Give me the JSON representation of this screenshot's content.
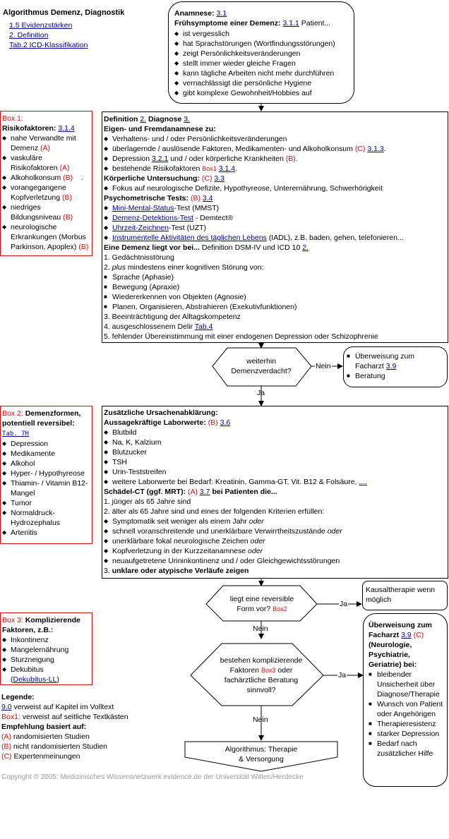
{
  "header": {
    "title": "Algorithmus Demenz, Diagnostik",
    "links": [
      "1.5 Evidenzstärken",
      "2. Definition",
      "Tab.2 ICD-Klassifikation"
    ]
  },
  "anamnese": {
    "heading": "Anamnese:",
    "heading_ref": "3.1",
    "sub": "Frühsymptome einer Demenz:",
    "sub_ref": "3.1.1",
    "sub_tail": "Patient...",
    "items": [
      "ist vergesslich",
      "hat Sprachstörungen (Wortfindungsstörungen)",
      "zeigt Persönlichkeitsveränderungen",
      "stellt immer wieder gleiche Fragen",
      "kann tägliche Arbeiten nicht mehr durchführen",
      "vernachlässigt die persönliche Hygiene",
      "gibt komplexe Gewohnheit/Hobbies auf"
    ]
  },
  "box1": {
    "label": "Box 1:",
    "heading": "Risikofaktoren:",
    "ref": "3.1.4",
    "items": [
      {
        "t": "nahe Verwandte mit Demenz",
        "g": "(A)"
      },
      {
        "t": "vaskuläre Risikofaktoren",
        "g": "(A)"
      },
      {
        "t": "Alkoholkonsum",
        "g": "(B)"
      },
      {
        "t": "vorangegangene Kopfverletzung",
        "g": "(B)"
      },
      {
        "t": "niedriges Bildungsniveau",
        "g": "(B)"
      },
      {
        "t": "neurologische Erkrankungen (Morbus Parkinson, Apoplex)",
        "g": "(B)"
      }
    ],
    "dot": "."
  },
  "definition": {
    "l1a": "Definition",
    "l1r1": "2.",
    "l1b": "Diagnose",
    "l1r2": "3.",
    "l2": "Eigen- und Fremdanamnese zu:",
    "i1": "Verhaltens- und / oder Persönlichkeitsveränderungen",
    "i2a": "überlagernde / auslösende Faktoren, Medikamenten- und Alkoholkonsum",
    "i2g": "(C)",
    "i2r": "3.1.3",
    "i3a": "Depression",
    "i3r": "3.2.1",
    "i3b": "und / oder körperliche Krankheiten",
    "i3g": "(B).",
    "i4a": "bestehende Risikofaktoren",
    "i4box": "Box1",
    "i4r": "3.1.4",
    "ku": "Körperliche Untersuchung:",
    "kug": "(C)",
    "kur": "3.3",
    "ku_item": "Fokus auf neurologische Defizite, Hypothyreose, Unterernährung, Schwerhörigkeit",
    "pt": "Psychometrische Tests:",
    "ptg": "(B)",
    "ptr": "3.4",
    "t1l": "Mini-Mental-Status",
    "t1t": "-Test (MMST)",
    "t2l": "Demenz-Detektions-Test",
    "t2t": "- Demtect®",
    "t3l": "Uhrzeit-Zeichnen",
    "t3t": "-Test (UZT)",
    "t4l": "Instrumentelle Aktivitäten des täglichen Lebens",
    "t4t": "(IADL), z.B. baden, gehen, telefonieren...",
    "dm": "Eine Demenz liegt vor bei...",
    "dmt": "Definition DSM-IV und ICD 10",
    "dmr": "2.",
    "n1": "1. Gedächtnisstörung",
    "n2a": "2.",
    "n2i": "plus",
    "n2b": "mindestens einer kognitiven Störung von:",
    "s": [
      "Sprache (Aphasie)",
      "Bewegung (Apraxie)",
      "Wiedererkennen von Objekten (Agnosie)",
      "Planen, Organisieren, Abstrahieren (Exekutivfunktionen)"
    ],
    "n3": "3. Beeinträchtigung der Alltagskompetenz",
    "n4": "4. ausgeschlossenem Delir",
    "n4r": "Tab.4",
    "n5": "5. fehlender Übereinstimmung mit einer endogenen Depression oder Schizophrenie"
  },
  "d1": {
    "line1": "weiterhin",
    "line2": "Demenzverdacht?",
    "nein": "Nein",
    "ja": "Ja"
  },
  "ueberweisung1": {
    "i1": "Überweisung zum Facharzt",
    "ref": "3.9",
    "i2": "Beratung"
  },
  "box2": {
    "label": "Box 2:",
    "heading": "Demenzformen, potentiell reversibel:",
    "ref": "Tab. 7H",
    "items": [
      "Depression",
      "Medikamente",
      "Alkohol",
      "Hyper- / Hypothyreose",
      "Thiamin- / Vitamin B12-Mangel",
      "Tumor",
      "Normaldruck-Hydrozephalus",
      "Arteriitis"
    ]
  },
  "zusatz": {
    "h1": "Zusätzliche Ursachenabklärung:",
    "h2": "Aussagekräftige Laborwerte:",
    "h2g": "(B)",
    "h2r": "3.6",
    "lab": [
      "Blutbild",
      "Na, K, Kalzium",
      "Blutzucker",
      "TSH",
      "Urin-Teststreifen"
    ],
    "lab6": "weitere Laborwerte bei Bedarf: Kreatinin, Gamma-GT, Vit. B12 & Folsäure,",
    "lab6r": "....",
    "ct": "Schädel-CT (ggf. MRT):",
    "ctg": "(A)",
    "ctr": "3.7",
    "cttail": "bei Patienten die...",
    "c1": "1. jünger als 65 Jahre sind",
    "c2": "2. älter als 65 Jahre sind und eines der folgenden Kriterien erfüllen:",
    "crit": [
      {
        "t": "Symptomatik seit weniger als einem Jahr",
        "o": "oder"
      },
      {
        "t": "schnell voranschreitende und unerklärbare Verwirrtheitszustände",
        "o": "oder"
      },
      {
        "t": "unerklärbare fokal neurologische Zeichen",
        "o": "oder"
      },
      {
        "t": "Kopfverletzung in der Kurzzeitanamnese",
        "o": "oder"
      },
      {
        "t": "neuaufgetretene Urininkontinenz und / oder Gleichgewichtsstörungen",
        "o": ""
      }
    ],
    "c3a": "3.",
    "c3b": "unklare oder atypische Verläufe zeigen"
  },
  "d2": {
    "line1": "liegt eine reversible",
    "line2": "Form vor?",
    "box": "Box2",
    "ja": "Ja",
    "nein": "Nein"
  },
  "kausal": {
    "text": "Kausaltherapie wenn möglich"
  },
  "box3": {
    "label": "Box 3:",
    "heading": "Komplizierende Faktoren, z.B.:",
    "items": [
      "Inkontinenz",
      "Mangelernährung",
      "Sturzneigung",
      "Dekubitus"
    ],
    "link": "Dekubitus-LL"
  },
  "d3": {
    "line1": "bestehen komplizierende",
    "line2a": "Faktoren",
    "box": "Box3",
    "line2b": "oder",
    "line3": "fachärztliche Beratung",
    "line4": "sinnvoll?",
    "ja": "Ja",
    "nein": "Nein"
  },
  "ueberweisung2": {
    "head": "Überweisung zum Facharzt",
    "ref": "3.9",
    "g": "(C)",
    "head2": "(Neurologie, Psychiatrie, Geriatrie) bei:",
    "items": [
      "bleibender Unsicherheit über Diagnose/Therapie",
      "Wunsch von Patient oder Angehörigen",
      "Therapieresistenz",
      "starker Depression",
      "Bedarf nach zusätzlicher Hilfe"
    ]
  },
  "therapie": {
    "line1": "Algorithmus: Therapie",
    "line2": "& Versorgung"
  },
  "legende": {
    "title": "Legende:",
    "r1a": "9.0",
    "r1b": "verweist auf Kapitel im Volltext",
    "r2a": "Box1:",
    "r2b": "verweist auf seitliche Textkästen",
    "title2": "Empfehlung basiert auf:",
    "e1g": "(A)",
    "e1": "randomisierten Studien",
    "e2g": "(B)",
    "e2": "nicht randomisierten Studien",
    "e3g": "(C)",
    "e3": "Expertenmeinungen"
  },
  "copyright": "Copyright © 2005: Medizinisches  Wissensnetzwerk evidence.de der Universität Witten/Herdecke"
}
